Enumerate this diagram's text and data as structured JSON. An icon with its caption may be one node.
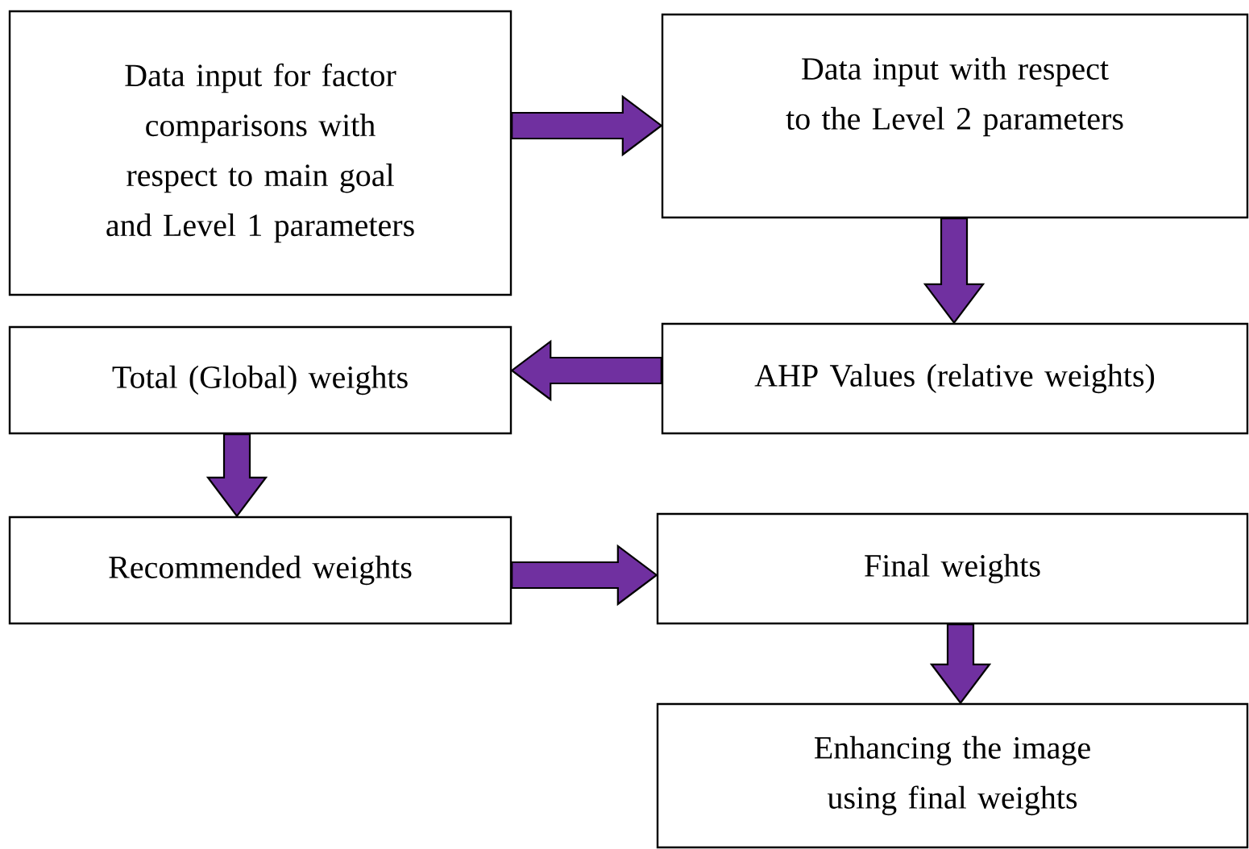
{
  "diagram": {
    "nodes": [
      {
        "text": [
          "Data input for factor comparisons with respect to main goal and Level 1 parameters"
        ]
      },
      {
        "text": [
          "Data input with respect to the Level 2 parameters"
        ]
      },
      {
        "text": [
          "Total (Global) weights"
        ]
      },
      {
        "text": [
          "AHP Values (relative weights)"
        ]
      },
      {
        "text": [
          "Recommended weights"
        ]
      },
      {
        "text": [
          "Final weights"
        ]
      },
      {
        "text": [
          "Enhancing the image using final weights"
        ]
      }
    ],
    "edges": [
      {
        "from": 0,
        "to": 1,
        "arrow": "to"
      },
      {
        "from": 1,
        "to": 3,
        "arrow": "to"
      },
      {
        "from": 3,
        "to": 2,
        "arrow": "to"
      },
      {
        "from": 2,
        "to": 4,
        "arrow": "to"
      },
      {
        "from": 4,
        "to": 5,
        "arrow": "to"
      },
      {
        "from": 5,
        "to": 6,
        "arrow": "to"
      }
    ]
  }
}
